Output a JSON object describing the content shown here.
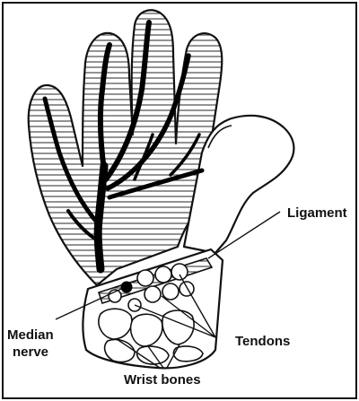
{
  "diagram": {
    "labels": {
      "ligament": "Ligament",
      "median_line1": "Median",
      "median_line2": "nerve",
      "tendons": "Tendons",
      "wrist_bones": "Wrist bones"
    },
    "colors": {
      "ink": "#111111",
      "hatch": "#3a3a3a",
      "paper": "#ffffff"
    }
  }
}
